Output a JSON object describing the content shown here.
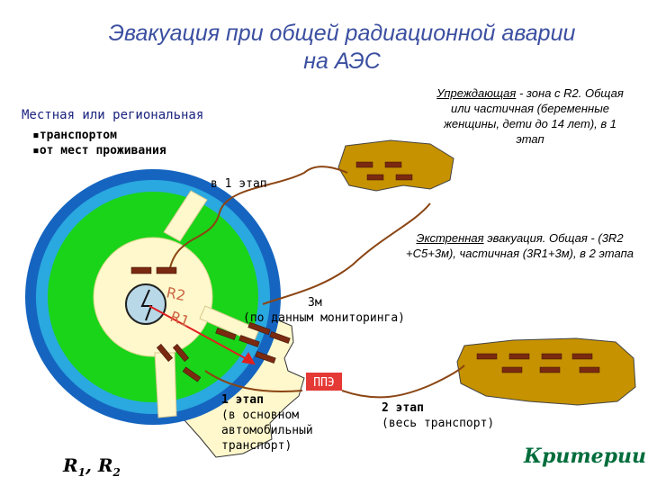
{
  "title_line1": "Эвакуация при общей радиационной аварии",
  "title_line2": "на АЭС",
  "zone_preventive": {
    "label": "Упреждающая",
    "text": " - зона с R2. Общая или частичная (беременные женщины, дети до 14 лет), в 1 этап"
  },
  "zone_emergency": {
    "label": "Экстренная",
    "text": "  эвакуация. Общая - (3R2 +С5+3м), частичная (3R1+3м), в 2 этапа"
  },
  "local": {
    "title": "Местная или региональная",
    "item1": "▪транспортом",
    "item2": "▪от мест проживания"
  },
  "stage_first_label": "в 1 этап",
  "r2_label": "R2",
  "r1_label": "R1",
  "monitoring": {
    "line1": "3м",
    "line2": "(по данным мониторинга)"
  },
  "ppe_label": "ППЭ",
  "stage1": {
    "line1": "1 этап",
    "line2": "(в основном",
    "line3": "автомобильный",
    "line4": "транспорт)"
  },
  "stage2": {
    "line1": "2 этап",
    "line2": "(весь транспорт)"
  },
  "radii": {
    "r1": "R",
    "r1_sub": "1",
    "sep": ", ",
    "r2": "R",
    "r2_sub": "2"
  },
  "criteria": "Критерии",
  "colors": {
    "title": "#3b4fa0",
    "outer_ring": "#1565c0",
    "mid_ring": "#2aa8e0",
    "green_zone": "#19d419",
    "island": "#c69200",
    "house": "#7a2a10",
    "arrow": "#e02020",
    "road": "#8b4513",
    "ppe": "#e53935",
    "criteria": "#006d3b"
  }
}
